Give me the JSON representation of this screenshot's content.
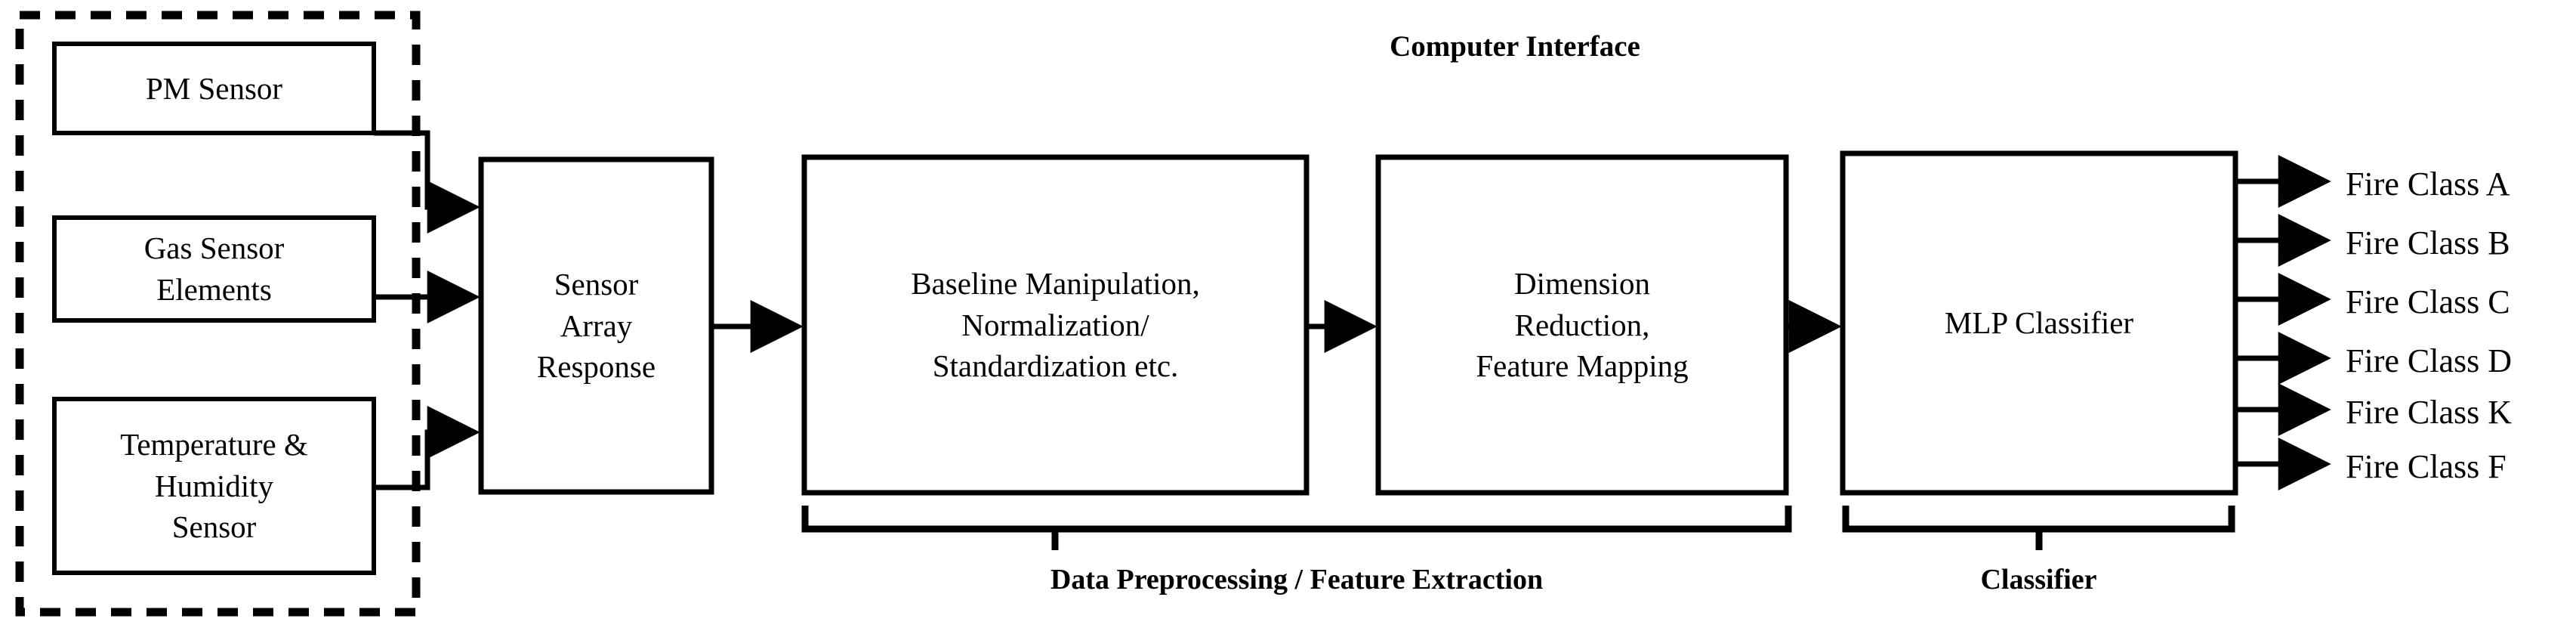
{
  "diagram": {
    "title": "Computer Interface",
    "sensor_group": {
      "name": "sensor-array-enclosure",
      "style": "dashed",
      "items": [
        {
          "id": "pm-sensor",
          "label": "PM Sensor"
        },
        {
          "id": "gas-sensor-elements",
          "label": "Gas Sensor\nElements"
        },
        {
          "id": "temperature-humidity-sensor",
          "label": "Temperature &\nHumidity\nSensor"
        }
      ]
    },
    "pipeline": [
      {
        "id": "sensor-array-response",
        "label": "Sensor\nArray\nResponse"
      },
      {
        "id": "baseline-manipulation",
        "label": "Baseline Manipulation,\nNormalization/\nStandardization etc."
      },
      {
        "id": "dimension-reduction",
        "label": "Dimension\nReduction,\nFeature Mapping"
      },
      {
        "id": "mlp-classifier",
        "label": "MLP Classifier"
      }
    ],
    "brackets": [
      {
        "id": "data-preprocessing-bracket",
        "label": "Data Preprocessing / Feature Extraction"
      },
      {
        "id": "classifier-bracket",
        "label": "Classifier"
      }
    ],
    "outputs": [
      {
        "id": "fire-class-a",
        "label": "Fire Class A"
      },
      {
        "id": "fire-class-b",
        "label": "Fire Class B"
      },
      {
        "id": "fire-class-c",
        "label": "Fire Class C"
      },
      {
        "id": "fire-class-d",
        "label": "Fire Class D"
      },
      {
        "id": "fire-class-k",
        "label": "Fire Class K"
      },
      {
        "id": "fire-class-f",
        "label": "Fire Class F"
      }
    ],
    "colors": {
      "stroke": "#000000",
      "background": "#ffffff",
      "text": "#000000"
    }
  }
}
